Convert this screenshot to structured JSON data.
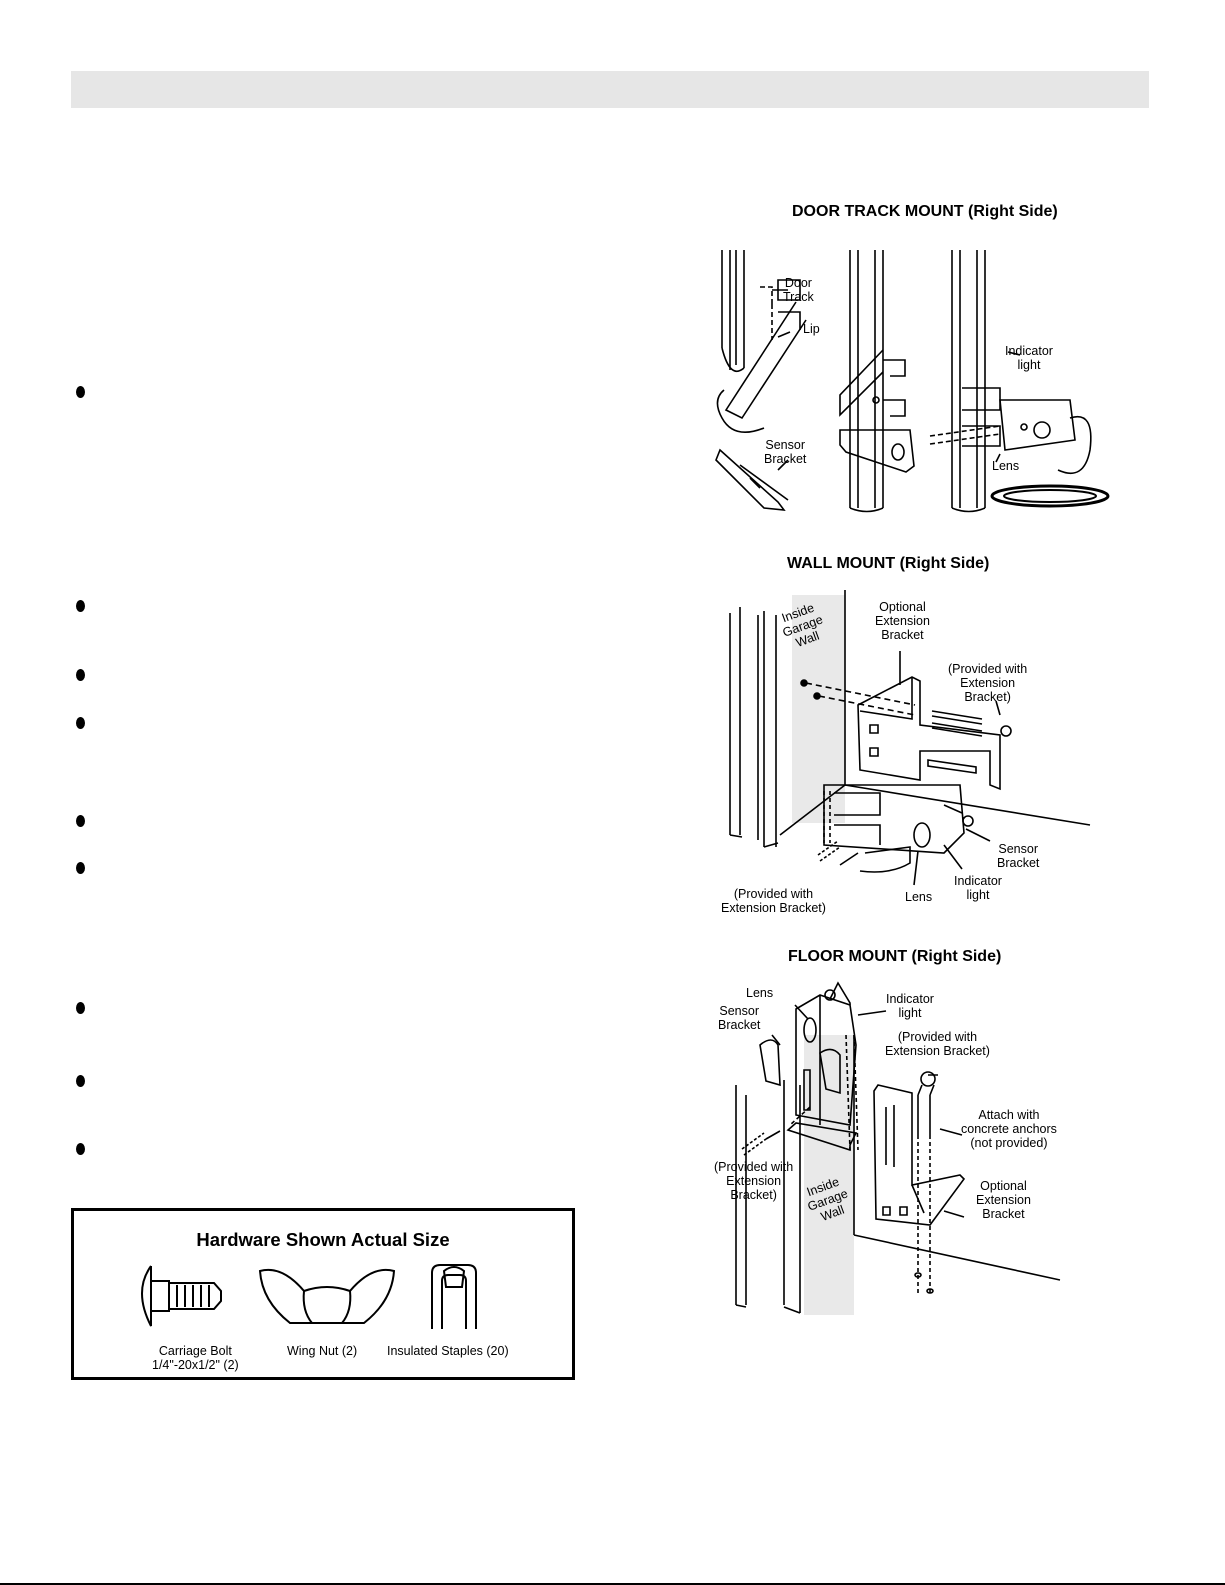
{
  "figures": {
    "door_track": {
      "title": "DOOR TRACK MOUNT (Right Side)",
      "labels": {
        "door_track": "Door\nTrack",
        "lip": "Lip",
        "sensor_bracket": "Sensor\nBracket",
        "indicator_light": "Indicator\nlight",
        "lens": "Lens"
      }
    },
    "wall": {
      "title": "WALL MOUNT (Right Side)",
      "labels": {
        "inside_garage_wall": "Inside\nGarage\nWall",
        "optional_extension_bracket": "Optional\nExtension\nBracket",
        "provided_with_extension_bracket_top": "(Provided with\nExtension\nBracket)",
        "sensor_bracket": "Sensor\nBracket",
        "indicator_light": "Indicator\nlight",
        "lens": "Lens",
        "provided_with_extension_bracket_bottom": "(Provided with\nExtension Bracket)"
      }
    },
    "floor": {
      "title": "FLOOR MOUNT (Right Side)",
      "labels": {
        "lens": "Lens",
        "sensor_bracket": "Sensor\nBracket",
        "indicator_light": "Indicator\nlight",
        "provided_with_extension_bracket_top": "(Provided with\nExtension Bracket)",
        "attach_with": "Attach with\nconcrete anchors\n(not provided)",
        "provided_with_extension_bracket_left": "(Provided with\nExtension\nBracket)",
        "inside_garage_wall": "Inside\nGarage\nWall",
        "optional_extension_bracket": "Optional\nExtension\nBracket"
      }
    }
  },
  "hardware": {
    "title": "Hardware Shown Actual Size",
    "items": [
      {
        "name": "carriage-bolt",
        "caption": "Carriage Bolt\n1/4\"-20x1/2\" (2)"
      },
      {
        "name": "wing-nut",
        "caption": "Wing Nut (2)"
      },
      {
        "name": "insulated-staples",
        "caption": "Insulated Staples (20)"
      }
    ]
  }
}
